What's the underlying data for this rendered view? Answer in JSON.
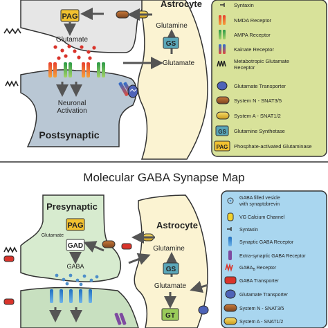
{
  "top": {
    "astrocyte": "Astrocyte",
    "pag": "PAG",
    "glutamate_cleft": "Glutamate",
    "glutamine": "Glutamine",
    "gs": "GS",
    "glutamate_astro": "Glutamate",
    "neuronal": "Neuronal",
    "activation": "Activation",
    "postsynaptic": "Postsynaptic"
  },
  "title": "Molecular GABA Synapse Map",
  "bottom": {
    "presynaptic": "Presynaptic",
    "pag": "PAG",
    "glutamate": "Glutamate",
    "gad": "GAD",
    "gaba": "GABA",
    "astrocyte": "Astrocyte",
    "glutamine": "Glutamine",
    "gs": "GS",
    "glutamate_astro": "Glutamate",
    "gt": "GT"
  },
  "legend_top": [
    {
      "label": "Syntaxin",
      "icon": "syntaxin-icon"
    },
    {
      "label": "NMDA Receptor",
      "icon": "nmda-receptor-icon"
    },
    {
      "label": "AMPA Receptor",
      "icon": "ampa-receptor-icon"
    },
    {
      "label": "Kainate Receptor",
      "icon": "kainate-receptor-icon"
    },
    {
      "label": "Metabotropic Glutamate",
      "label2": "Receptor",
      "icon": "metabotropic-receptor-icon"
    },
    {
      "label": "Glutamate Transporter",
      "icon": "glutamate-transporter-icon"
    },
    {
      "label": "System N - SNAT3/5",
      "icon": "system-n-icon"
    },
    {
      "label": "System A - SNAT1/2",
      "icon": "system-a-icon"
    },
    {
      "label": "Glutamine Synthetase",
      "icon": "gs-icon",
      "badge": "GS"
    },
    {
      "label": "Phosphate-activated Glutaminase",
      "icon": "pag-icon",
      "badge": "PAG"
    }
  ],
  "legend_bottom": [
    {
      "label": "GABA filled vesicle",
      "label2": "with synaptobrevin",
      "icon": "vesicle-icon"
    },
    {
      "label": "VG Calcium Channel",
      "icon": "calcium-channel-icon"
    },
    {
      "label": "Syntaxin",
      "icon": "syntaxin-icon"
    },
    {
      "label": "Synaptic GABA Receptor",
      "icon": "synaptic-gaba-receptor-icon"
    },
    {
      "label": "Extra-synaptic GABA Receptor",
      "icon": "extrasynaptic-gaba-receptor-icon"
    },
    {
      "label": "GABA",
      "sub": "B",
      "label_end": " Receptor",
      "icon": "gabab-receptor-icon"
    },
    {
      "label": "GABA Transporter",
      "icon": "gaba-transporter-icon"
    },
    {
      "label": "Glutamate Transporter",
      "icon": "glutamate-transporter-icon"
    },
    {
      "label": "System N - SNAT3/5",
      "icon": "system-n-icon"
    },
    {
      "label": "System A - SNAT1/2",
      "icon": "system-a-icon"
    }
  ],
  "colors": {
    "presynaptic_fill": "#e6e6e6",
    "postsynaptic_fill": "#b9c7d4",
    "astrocyte_fill": "#fbf3d2",
    "legend_top_fill": "#d8e29a",
    "legend_bottom_fill": "#a9d6ef",
    "gaba_pre_fill": "#d7ebcf",
    "gaba_post_fill": "#c8e0c0",
    "badge_teal": "#5aa6b8",
    "badge_yellow": "#f2c230"
  }
}
